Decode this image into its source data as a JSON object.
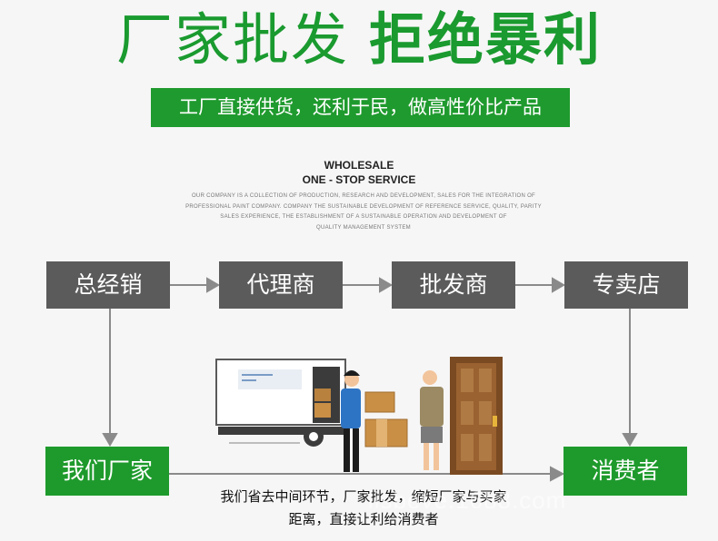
{
  "header": {
    "title_left": "厂家批发",
    "title_right": "拒绝暴利",
    "subtitle": "工厂直接供货，还利于民，做高性价比产品"
  },
  "service": {
    "line1": "WHOLESALE",
    "line2": "ONE - STOP SERVICE",
    "desc1": "OUR COMPANY IS A COLLECTION OF PRODUCTION, RESEARCH AND DEVELOPMENT, SALES FOR THE INTEGRATION OF",
    "desc2": "PROFESSIONAL PAINT COMPANY. COMPANY THE SUSTAINABLE DEVELOPMENT OF REFERENCE SERVICE, QUALITY, PARITY",
    "desc3": "SALES EXPERIENCE, THE ESTABLISHMENT OF A SUSTAINABLE OPERATION AND DEVELOPMENT OF",
    "desc4": "QUALITY MANAGEMENT SYSTEM"
  },
  "flow": {
    "top": [
      "总经销",
      "代理商",
      "批发商",
      "专卖店"
    ],
    "left_bottom": "我们厂家",
    "right_bottom": "消费者",
    "top_color": "#5b5b5b",
    "bottom_color": "#1e9a2c"
  },
  "footer": {
    "line1": "我们省去中间环节，厂家批发，缩短厂家与买家",
    "line2": "距离，直接让利给消费者",
    "watermark": "lisbeve.1688.com"
  }
}
